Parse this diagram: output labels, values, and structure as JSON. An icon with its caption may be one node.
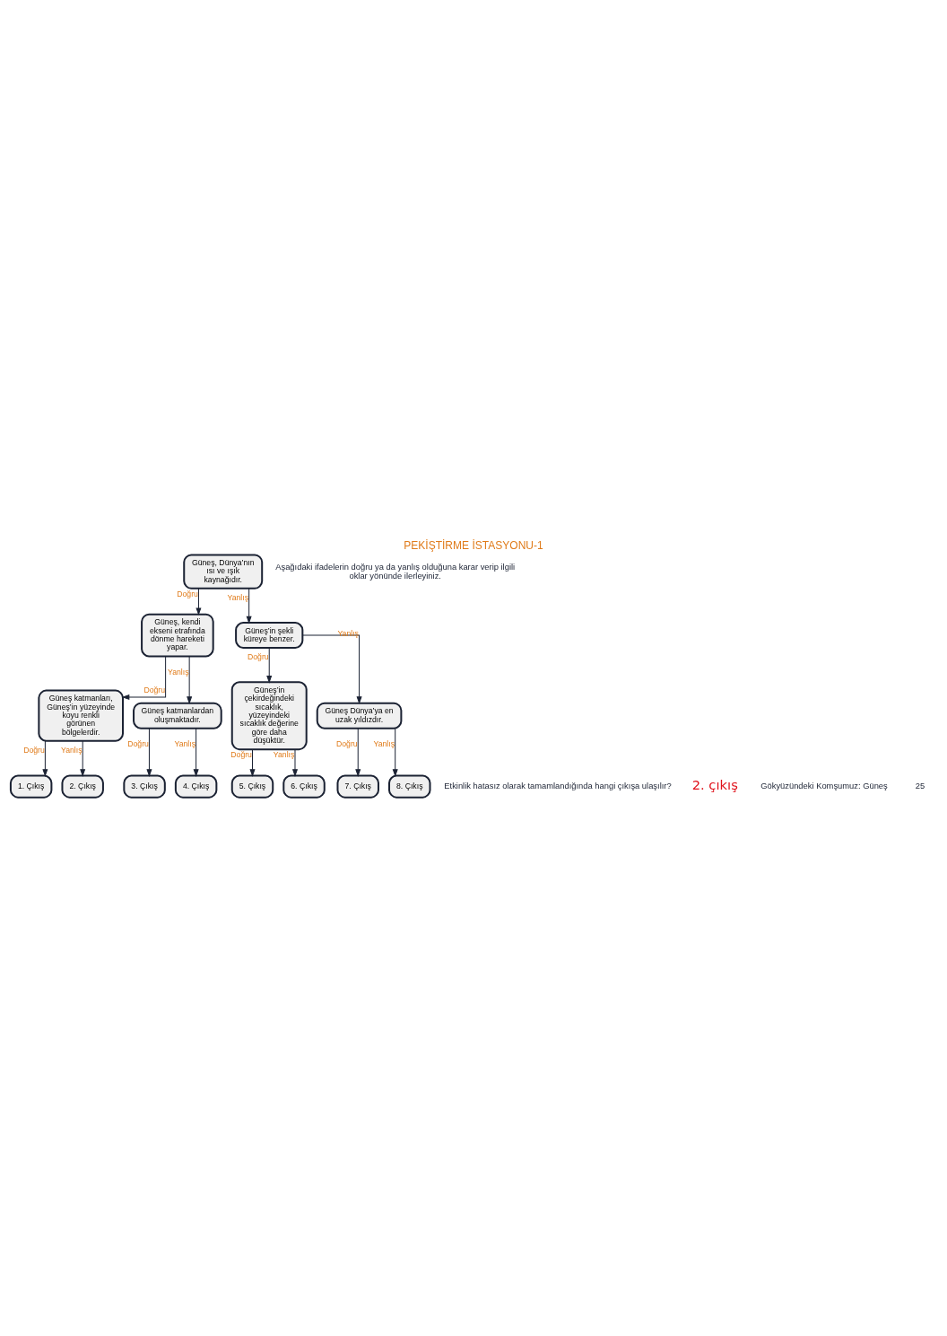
{
  "diagram": {
    "title": "PEKİŞTİRME İSTASYONU-1",
    "nodes": [
      {
        "text": [
          "Güneş, Dünya’nın ısı ve ışık kaynağıdır."
        ]
      },
      {
        "text": [
          "Güneş, kendi ekseni etrafında dönme hareketi yapar."
        ]
      },
      {
        "text": [
          "Güneş’in şekli küreye benzer."
        ]
      },
      {
        "text": [
          "Güneş katmanları, Güneş’in yüzeyinde koyu renkli görünen bölgelerdir."
        ]
      },
      {
        "text": [
          "Güneş katmanlardan oluşmaktadır."
        ]
      },
      {
        "text": [
          "Güneş’in çekirdeğindeki sıcaklık, yüzeyindeki sıcaklık değerine göre daha düşüktür."
        ]
      },
      {
        "text": [
          "Güneş Dünya’ya en uzak yıldızdır."
        ]
      },
      {
        "text": [
          "1. Çıkış"
        ]
      },
      {
        "text": [
          "2. Çıkış"
        ]
      },
      {
        "text": [
          "3. Çıkış"
        ]
      },
      {
        "text": [
          "4. Çıkış"
        ]
      },
      {
        "text": [
          "5. Çıkış"
        ]
      },
      {
        "text": [
          "6. Çıkış"
        ]
      },
      {
        "text": [
          "7. Çıkış"
        ]
      },
      {
        "text": [
          "8. Çıkış"
        ]
      }
    ],
    "edges": [
      {
        "from": 0,
        "to": 1,
        "arrow": "to",
        "label": "Doğru"
      },
      {
        "from": 0,
        "to": 2,
        "arrow": "to",
        "label": "Yanlış"
      },
      {
        "from": 1,
        "to": 3,
        "arrow": "to",
        "label": "Doğru"
      },
      {
        "from": 1,
        "to": 4,
        "arrow": "to",
        "label": "Yanlış"
      },
      {
        "from": 2,
        "to": 5,
        "arrow": "to",
        "label": "Doğru"
      },
      {
        "from": 2,
        "to": 6,
        "arrow": "to",
        "label": "Yanlış"
      },
      {
        "from": 3,
        "to": 7,
        "arrow": "to",
        "label": "Doğru"
      },
      {
        "from": 3,
        "to": 8,
        "arrow": "to",
        "label": "Yanlış"
      },
      {
        "from": 4,
        "to": 9,
        "arrow": "to",
        "label": "Doğru"
      },
      {
        "from": 4,
        "to": 10,
        "arrow": "to",
        "label": "Yanlış"
      },
      {
        "from": 5,
        "to": 11,
        "arrow": "to",
        "label": "Doğru"
      },
      {
        "from": 5,
        "to": 12,
        "arrow": "to",
        "label": "Yanlış"
      },
      {
        "from": 6,
        "to": 13,
        "arrow": "to",
        "label": "Doğru"
      },
      {
        "from": 6,
        "to": 14,
        "arrow": "to",
        "label": "Yanlış"
      }
    ],
    "labels": [
      "Aşağıdaki ifadelerin doğru ya da yanlış olduğuna karar verip ilgili oklar yönünde ilerleyiniz.",
      "Etkinlik hatasız olarak tamamlandığında hangi çıkışa ulaşılır?",
      "2. çıkış",
      "Gökyüzündeki Komşumuz: Güneş",
      "25"
    ]
  }
}
